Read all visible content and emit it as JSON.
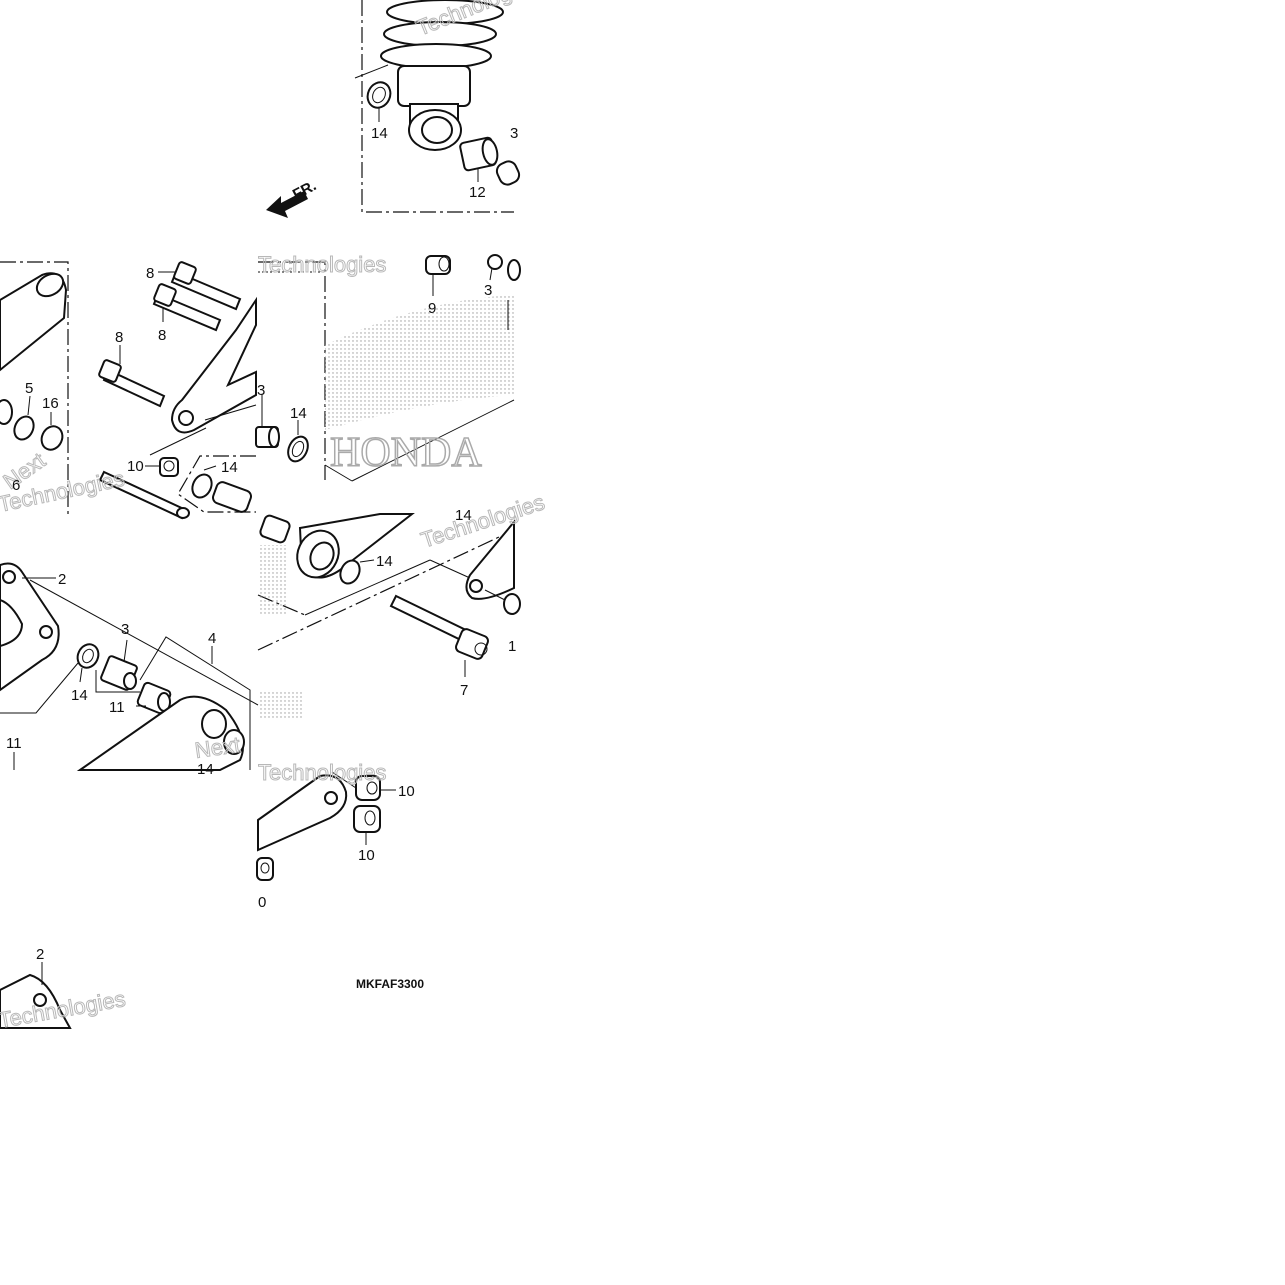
{
  "diagram": {
    "callouts": [
      {
        "key": "c14a",
        "text": "14"
      },
      {
        "key": "c12",
        "text": "12"
      },
      {
        "key": "c3top",
        "text": "3"
      },
      {
        "key": "c8a",
        "text": "8"
      },
      {
        "key": "c8b",
        "text": "8"
      },
      {
        "key": "c8c",
        "text": "8"
      },
      {
        "key": "c9",
        "text": "9"
      },
      {
        "key": "c3b",
        "text": "3"
      },
      {
        "key": "c5",
        "text": "5"
      },
      {
        "key": "c16",
        "text": "16"
      },
      {
        "key": "c3c",
        "text": "3"
      },
      {
        "key": "c14b",
        "text": "14"
      },
      {
        "key": "c10a",
        "text": "10"
      },
      {
        "key": "c14c",
        "text": "14"
      },
      {
        "key": "c6",
        "text": "6"
      },
      {
        "key": "c14d",
        "text": "14"
      },
      {
        "key": "c14e",
        "text": "14"
      },
      {
        "key": "c2a",
        "text": "2"
      },
      {
        "key": "c3d",
        "text": "3"
      },
      {
        "key": "c4",
        "text": "4"
      },
      {
        "key": "c14f",
        "text": "14"
      },
      {
        "key": "c11a",
        "text": "11"
      },
      {
        "key": "c11b",
        "text": "11"
      },
      {
        "key": "c7",
        "text": "7"
      },
      {
        "key": "c1",
        "text": "1"
      },
      {
        "key": "c14g",
        "text": "14"
      },
      {
        "key": "c10b",
        "text": "10"
      },
      {
        "key": "c10c",
        "text": "10"
      },
      {
        "key": "c10d",
        "text": "0"
      },
      {
        "key": "c2b",
        "text": "2"
      }
    ],
    "direction_label": "FR.",
    "diagram_code": "MKFAF3300",
    "brand_mark": "HONDA",
    "watermark_text": "Technologies",
    "watermark_text_2": "Next"
  }
}
